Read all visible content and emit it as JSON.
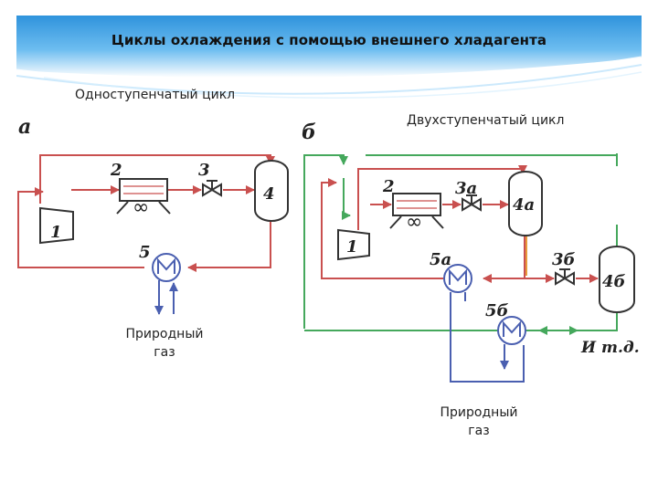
{
  "slide": {
    "title": "Циклы охлаждения с помощью  внешнего хладагента",
    "single_stage_caption": "Одноступенчатый цикл",
    "two_stage_caption": "Двухступенчатый цикл",
    "left_gas_line1": "Природный",
    "left_gas_line2": "газ",
    "right_gas_line1": "Природный",
    "right_gas_line2": "газ"
  },
  "diagram_a": {
    "panel_label": "а",
    "labels": {
      "compressor": "1",
      "heat_exchanger": "2",
      "valve": "3",
      "separator": "4",
      "gas_cooler": "5",
      "infinity": "∞"
    }
  },
  "diagram_b": {
    "panel_label": "б",
    "labels": {
      "compressor": "1",
      "heat_exchanger": "2",
      "valve_a": "3а",
      "separator_a": "4а",
      "cooler_a": "5а",
      "valve_b": "3б",
      "separator_b": "4б",
      "cooler_b": "5б",
      "infinity": "∞",
      "etc": "И т.д."
    }
  },
  "colors": {
    "banner": "#3a9be0",
    "red_line": "#c9504f",
    "green_line": "#45a85c",
    "blue_line": "#4a5fb0",
    "orange_line": "#e89c3c"
  }
}
